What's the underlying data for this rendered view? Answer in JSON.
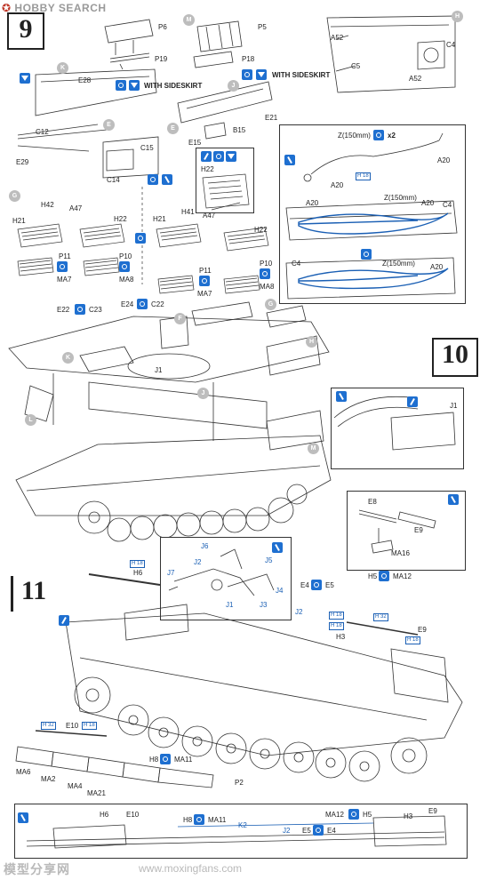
{
  "header": {
    "logo_text": "HOBBY SEARCH"
  },
  "steps": {
    "s9": "9",
    "s10": "10",
    "s11": "11"
  },
  "sideskirt_note": "WITH SIDESKIRT",
  "labels": {
    "P6": "P6",
    "P19": "P19",
    "P5": "P5",
    "P18": "P18",
    "H": "H",
    "A52a": "A52",
    "C4": "C4",
    "C5": "C5",
    "A52b": "A52",
    "K": "K",
    "E28": "E28",
    "C12": "C12",
    "E29": "E29",
    "E": "E",
    "C15": "C15",
    "C14": "C14",
    "J": "J",
    "E21": "E21",
    "Ecirc": "E",
    "E15": "E15",
    "B15": "B15",
    "H22a": "H22",
    "Z150a": "Z(150mm)",
    "x2": "x2",
    "A20a": "A20",
    "A20b": "A20",
    "A20c": "A20",
    "Z150b": "Z(150mm)",
    "A20d": "A20",
    "C4b": "C4",
    "C4c": "C4",
    "Z150c": "Z(150mm)",
    "A20e": "A20",
    "G": "G",
    "H42": "H42",
    "A47a": "A47",
    "H21a": "H21",
    "H22b": "H22",
    "P11a": "P11",
    "MA7a": "MA7",
    "P10a": "P10",
    "MA8a": "MA8",
    "H21b": "H21",
    "H41": "H41",
    "A47b": "A47",
    "H22c": "H22",
    "P11b": "P11",
    "MA7b": "MA7",
    "P10b": "P10",
    "MA8b": "MA8",
    "E22": "E22",
    "C23": "C23",
    "E24": "E24",
    "C22": "C22",
    "Fcirc": "F",
    "Gcirc": "G",
    "Hcirc": "H",
    "Kcirc": "K",
    "J1a": "J1",
    "Jcirc": "J",
    "Lcirc": "L",
    "Mcirc": "M",
    "J1b": "J1",
    "H6": "H6",
    "J6": "J6",
    "J2": "J2",
    "J5": "J5",
    "J7": "J7",
    "J4": "J4",
    "J1c": "J1",
    "J3": "J3",
    "E4": "E4",
    "E5": "E5",
    "H5": "H5",
    "MA12": "MA12",
    "E8": "E8",
    "E9": "E9",
    "MA16": "MA16",
    "J2b": "J2",
    "H3": "H3",
    "E9b": "E9",
    "E10": "E10",
    "H8": "H8",
    "MA11": "MA11",
    "MA6": "MA6",
    "MA2": "MA2",
    "MA4": "MA4",
    "MA21": "MA21",
    "P2": "P2",
    "bH6": "H6",
    "bE10": "E10",
    "bH8": "H8",
    "bMA11": "MA11",
    "bK2": "K2",
    "bJ2": "J2",
    "bE5": "E5",
    "bE4": "E4",
    "bMA12": "MA12",
    "bH5": "H5",
    "bH3": "H3",
    "bE9": "E9"
  },
  "paint_codes": {
    "h1": "H 18",
    "h2": "H 18",
    "h3": "H 18",
    "h4": "H 18",
    "h5": "H 32",
    "h6": "H 18",
    "h7": "H 32",
    "h8": "H 18"
  },
  "watermark": {
    "text": "模型分享网",
    "url": "www.moxingfans.com"
  },
  "colors": {
    "line": "#333333",
    "blue_icon": "#1e6fd0",
    "wire": "#1a5fb4",
    "circle_bg": "#bdbdbd"
  }
}
